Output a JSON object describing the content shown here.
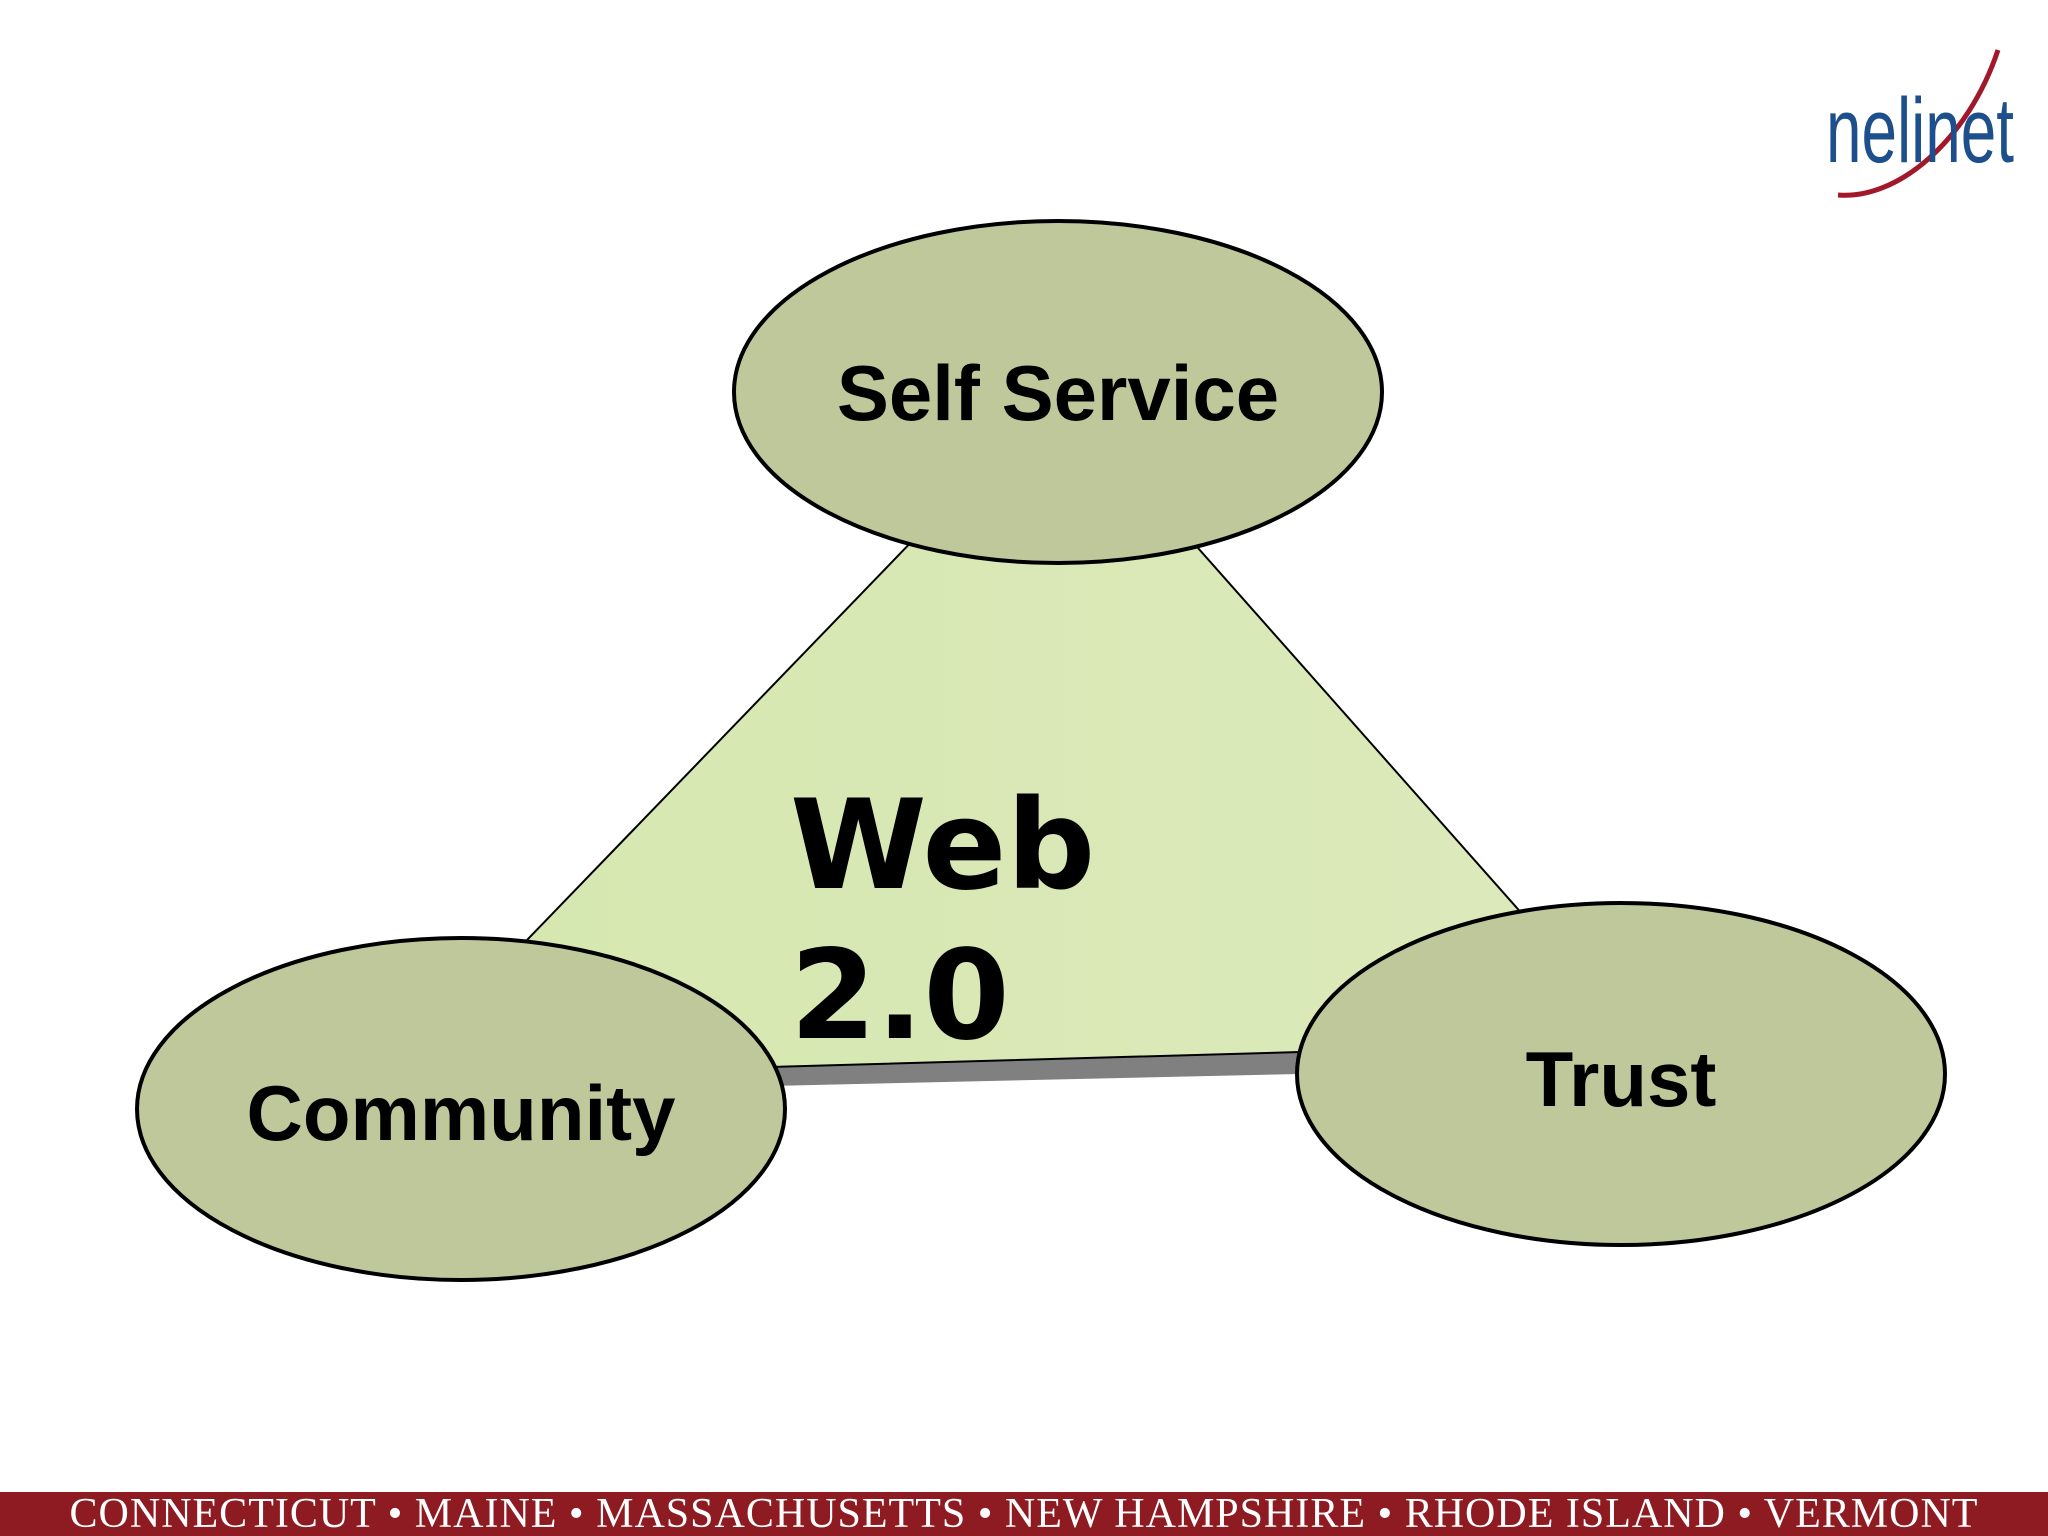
{
  "diagram": {
    "center_label_line1": "Web",
    "center_label_line2": "2.0",
    "nodes": {
      "top": "Self Service",
      "left": "Community",
      "right": "Trust"
    }
  },
  "logo": {
    "text": "nelinet"
  },
  "footer": {
    "states": "CONNECTICUT • MAINE • MASSACHUSETTS • NEW HAMPSHIRE • RHODE ISLAND • VERMONT"
  },
  "colors": {
    "triangle_fill": "#d9e8b3",
    "node_fill": "#bfc89b",
    "footer_bg": "#8f1b22",
    "logo_blue": "#1d4f8c",
    "logo_red": "#a0182a"
  }
}
